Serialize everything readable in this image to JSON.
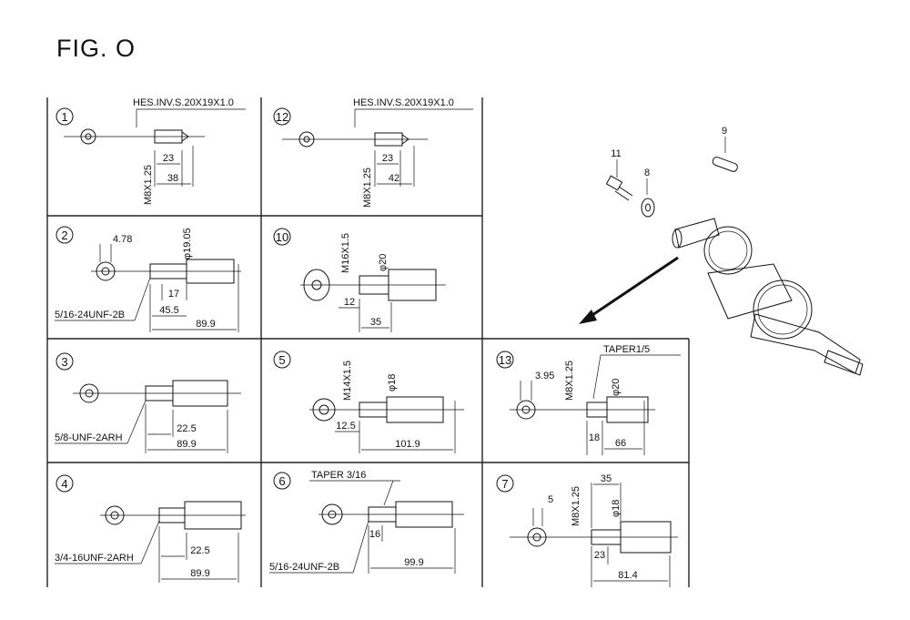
{
  "figure": {
    "title": "FIG. O"
  },
  "panels": [
    {
      "id": "p1",
      "number": "1",
      "labels": [
        "HES.INV.S.20X19X1.0",
        "M8X1.25",
        "23",
        "38"
      ]
    },
    {
      "id": "p12",
      "number": "12",
      "labels": [
        "HES.INV.S.20X19X1.0",
        "M8X1.25",
        "23",
        "42"
      ]
    },
    {
      "id": "p2",
      "number": "2",
      "labels": [
        "4.78",
        "φ19.05",
        "17",
        "45.5",
        "89.9",
        "5/16-24UNF-2B"
      ]
    },
    {
      "id": "p10",
      "number": "10",
      "labels": [
        "M16X1.5",
        "φ20",
        "12",
        "35"
      ]
    },
    {
      "id": "p3",
      "number": "3",
      "labels": [
        "22.5",
        "89.9",
        "5/8-UNF-2ARH"
      ]
    },
    {
      "id": "p5",
      "number": "5",
      "labels": [
        "M14X1.5",
        "φ18",
        "12.5",
        "101.9"
      ]
    },
    {
      "id": "p13",
      "number": "13",
      "labels": [
        "3.95",
        "M8X1.25",
        "TAPER1/5",
        "φ20",
        "18",
        "66"
      ]
    },
    {
      "id": "p4",
      "number": "4",
      "labels": [
        "22.5",
        "89.9",
        "3/4-16UNF-2ARH"
      ]
    },
    {
      "id": "p6",
      "number": "6",
      "labels": [
        "TAPER 3/16",
        "16",
        "99.9",
        "5/16-24UNF-2B"
      ]
    },
    {
      "id": "p7",
      "number": "7",
      "labels": [
        "5",
        "35",
        "M8X1.25",
        "φ18",
        "23",
        "81.4"
      ]
    }
  ],
  "parts": [
    "11",
    "8",
    "9"
  ]
}
